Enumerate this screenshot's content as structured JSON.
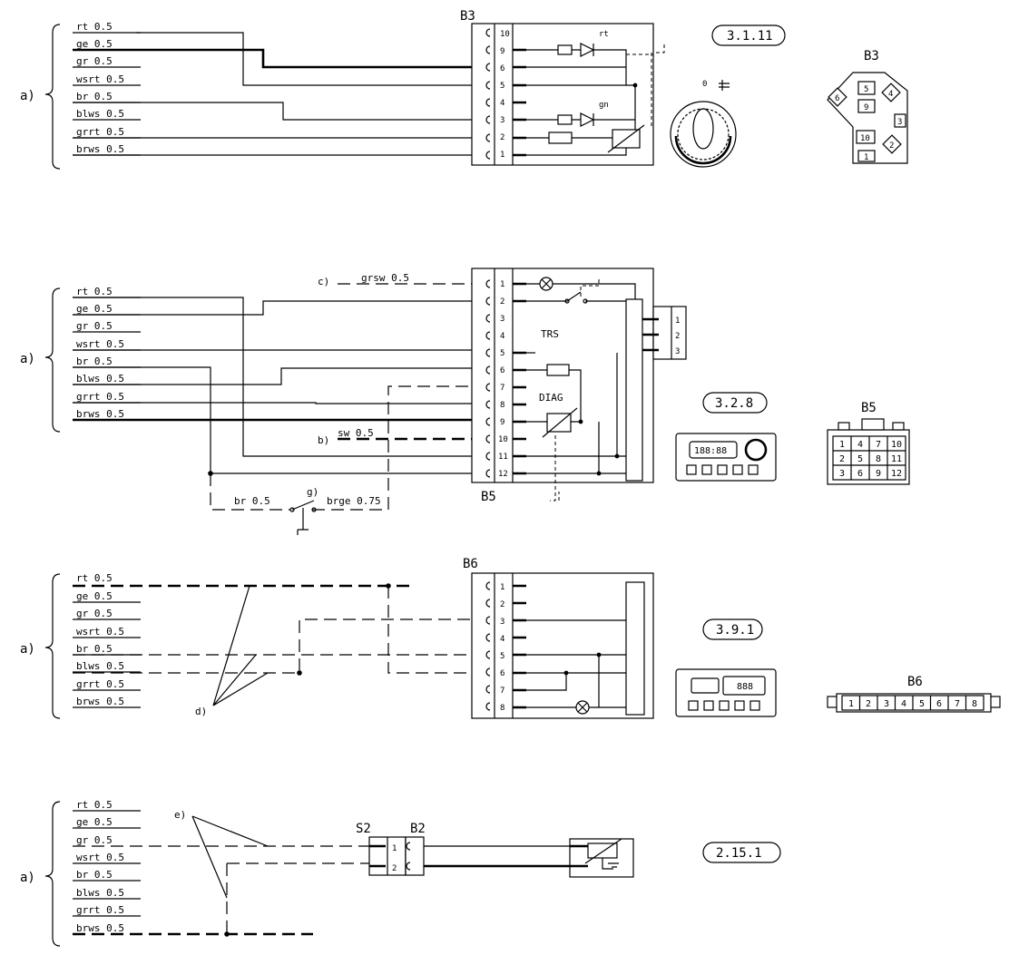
{
  "wires": [
    "rt 0.5",
    "ge 0.5",
    "gr 0.5",
    "wsrt 0.5",
    "br 0.5",
    "blws 0.5",
    "grrt 0.5",
    "brws 0.5"
  ],
  "group_label": "a)",
  "diagram1": {
    "connector": "B3",
    "ref": "3.1.11",
    "connector_view_title": "B3",
    "pins": [
      "10",
      "9",
      "6",
      "5",
      "4",
      "3",
      "2",
      "1"
    ],
    "led_labels": [
      "rt",
      "gn"
    ],
    "dial_label": "0",
    "view_pins": [
      "5",
      "9",
      "4",
      "6",
      "3",
      "10",
      "2",
      "1"
    ]
  },
  "diagram2": {
    "connector": "B5",
    "ref": "3.2.8",
    "connector_view_title": "B5",
    "pins": [
      "1",
      "2",
      "3",
      "4",
      "5",
      "6",
      "7",
      "8",
      "9",
      "10",
      "11",
      "12"
    ],
    "wire_c": "grsw 0.5",
    "note_c": "c)",
    "wire_b": "sw 0.5",
    "note_b": "b)",
    "wire_g1": "br 0.5",
    "wire_g2": "brge 0.75",
    "note_g": "g)",
    "trs": "TRS",
    "diag": "DIAG",
    "side_pins": [
      "1",
      "2",
      "3"
    ],
    "display_text": "188:88",
    "view_grid": [
      [
        "1",
        "4",
        "7",
        "10"
      ],
      [
        "2",
        "5",
        "8",
        "11"
      ],
      [
        "3",
        "6",
        "9",
        "12"
      ]
    ]
  },
  "diagram3": {
    "connector": "B6",
    "ref": "3.9.1",
    "connector_view_title": "B6",
    "pins": [
      "1",
      "2",
      "3",
      "4",
      "5",
      "6",
      "7",
      "8"
    ],
    "note_d": "d)",
    "display_text": "888",
    "view_pins": [
      "1",
      "2",
      "3",
      "4",
      "5",
      "6",
      "7",
      "8"
    ]
  },
  "diagram4": {
    "connector_s": "S2",
    "connector_b": "B2",
    "ref": "2.15.1",
    "pins": [
      "1",
      "2"
    ],
    "note_e": "e)"
  }
}
